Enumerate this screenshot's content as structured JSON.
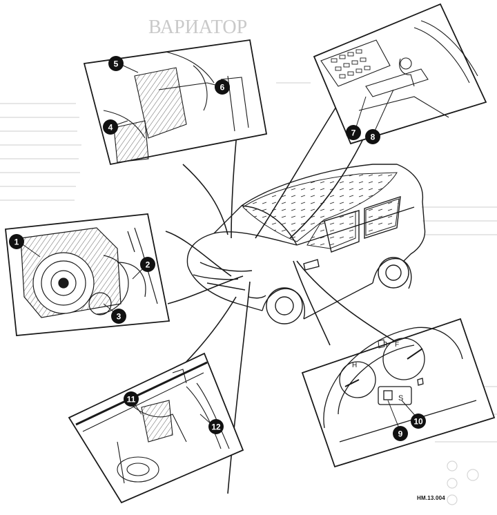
{
  "figure_code": "HM.13.004",
  "background_heading": "ВАРИАТОР",
  "callouts": [
    {
      "label": "1"
    },
    {
      "label": "2"
    },
    {
      "label": "3"
    },
    {
      "label": "4"
    },
    {
      "label": "5"
    },
    {
      "label": "6"
    },
    {
      "label": "7"
    },
    {
      "label": "8"
    },
    {
      "label": "9"
    },
    {
      "label": "10"
    },
    {
      "label": "11"
    },
    {
      "label": "12"
    }
  ],
  "gauge": {
    "hot_mark": "H",
    "full_mark": "F",
    "shift_indicator": "S"
  },
  "colors": {
    "ink": "#1a1a1a",
    "callout_fill": "#111111",
    "paper": "#ffffff",
    "faint": "#c9c9c9"
  }
}
